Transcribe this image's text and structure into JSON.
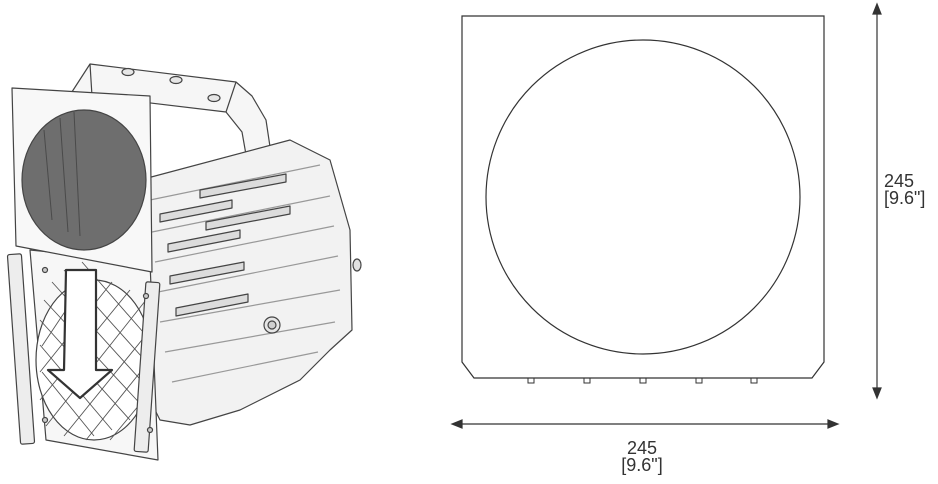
{
  "diagram": {
    "width_dimension": {
      "value": "245",
      "imperial": "[9.6\"]"
    },
    "height_dimension": {
      "value": "245",
      "imperial": "[9.6\"]"
    }
  },
  "colors": {
    "outline": "#333333",
    "gel_fill": "#6e6e6e",
    "body_light": "#f2f2f2",
    "body_shade": "#d9d9d9"
  }
}
